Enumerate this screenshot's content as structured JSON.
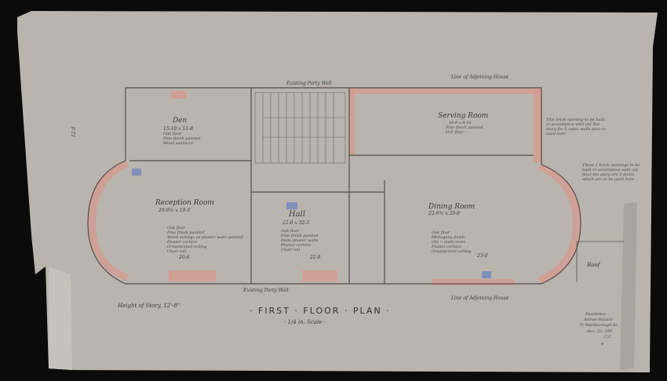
{
  "plan": {
    "title": "· FIRST · FLOOR · PLAN ·",
    "scale": "· 1/4 in. Scale ·",
    "party_wall_top": "Existing Party Wall",
    "party_wall_bottom": "Existing Party Wall",
    "adjoining_top": "Line of Adjoining House",
    "adjoining_bottom": "Line of Adjoining House",
    "roof": "Roof",
    "story_height": "Height of Story, 12'-8\"",
    "rooms": {
      "den": {
        "name": "Den",
        "size": "15-10 x 11-8",
        "notes": [
          "Oak floor",
          "Pine finish painted",
          "Wood wainscot"
        ]
      },
      "reception": {
        "name": "Reception Room",
        "size": "20-0¾ x 19-3",
        "notes": [
          "Oak floor",
          "Pine finish painted",
          "Wood ceilings as plaster walls painted",
          "Plaster cornice",
          "Ornamented ceiling",
          "Chair rail"
        ]
      },
      "hall": {
        "name": "Hall",
        "size": "22-0 x 32-5",
        "notes": [
          "Oak floor",
          "Pine finish painted",
          "Dado plaster walls",
          "Plaster cornice",
          "Chair rail"
        ]
      },
      "dining": {
        "name": "Dining Room",
        "size": "22-6¾ x 20-8",
        "notes": [
          "Oak floor",
          "Mahogany finish",
          "Old ~ dado reset",
          "Plaster cornice",
          "Ornamented ceiling"
        ]
      },
      "serving": {
        "name": "Serving Room",
        "size": "18-6 x 9-10",
        "notes": [
          "Pine finish painted",
          "H.P. floor"
        ]
      }
    },
    "dims": {
      "reception_w": "20-6",
      "hall_w": "22-8",
      "dining_w": "23-0",
      "overall": "12-9"
    },
    "side_note": "This brick opening to be built in accordance with old Tee story for 5 cubic walls pass to used here",
    "side_note2": "These 2 brick openings to be built in accordance with old floor tee story are 5 doors which are to be used here",
    "stamp": [
      "Residence",
      "Arthur Hazard",
      "71 Marlborough St.",
      "Dec. 23, 190",
      "C.C.",
      "4"
    ]
  }
}
